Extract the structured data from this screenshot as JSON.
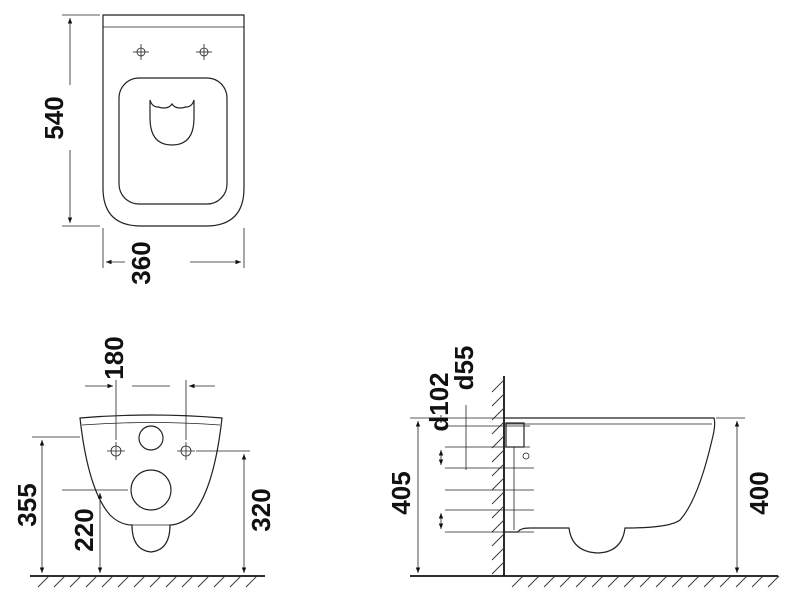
{
  "top_view": {
    "depth_label": "540",
    "width_label": "360"
  },
  "front_view": {
    "bolt_spacing_label": "180",
    "total_height_label": "355",
    "outlet_height_label": "220",
    "bolt_height_label": "320"
  },
  "side_view": {
    "pipe_large_label": "d102",
    "pipe_small_label": "d55",
    "pipe_height_label": "405",
    "rim_height_label": "400"
  }
}
